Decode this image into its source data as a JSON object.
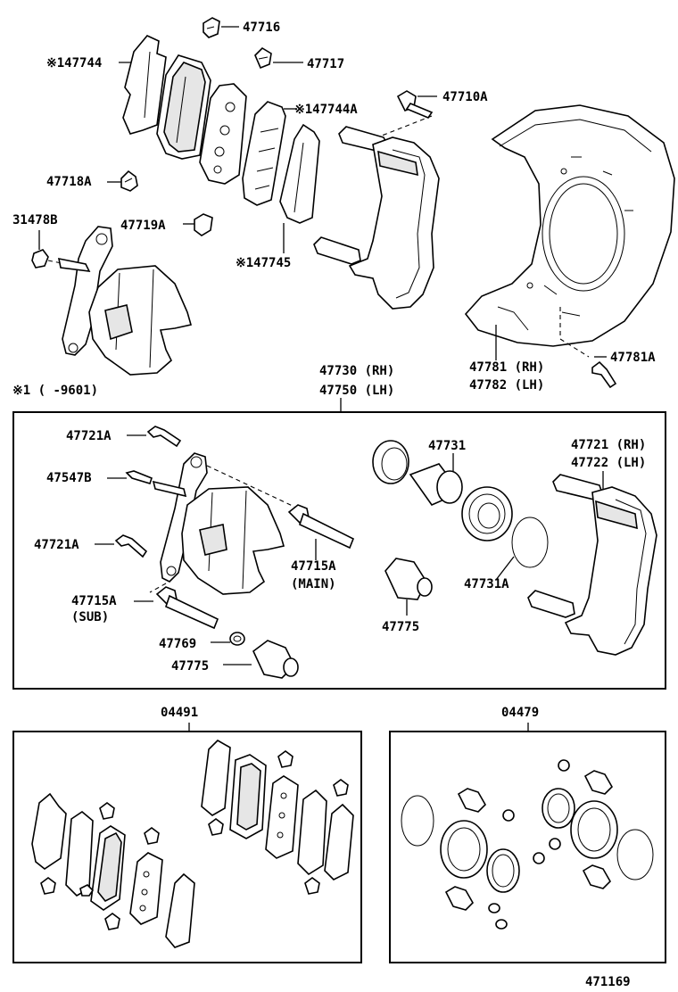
{
  "labels": {
    "p47716": "47716",
    "p47717": "47717",
    "p147744": "※147744",
    "p147744a": "※147744A",
    "p47710a": "47710A",
    "p47718a": "47718A",
    "p31478b": "31478B",
    "p47719a": "47719A",
    "p147745": "※147745",
    "p47781rh": "47781 (RH)",
    "p47782lh": "47782 (LH)",
    "p47781a": "47781A",
    "note1": "※1 (     -9601)",
    "p47730rh": "47730 (RH)",
    "p47750lh": "47750 (LH)",
    "p47721a_1": "47721A",
    "p47547b": "47547B",
    "p47721a_2": "47721A",
    "p47715a_main": "47715A",
    "main": "(MAIN)",
    "p47715a_sub": "47715A",
    "sub": "(SUB)",
    "p47769": "47769",
    "p47775_1": "47775",
    "p47731": "47731",
    "p47775_2": "47775",
    "p47731a": "47731A",
    "p47721rh": "47721 (RH)",
    "p47722lh": "47722 (LH)",
    "kit04491": "04491",
    "kit04479": "04479",
    "figno": "471169"
  }
}
